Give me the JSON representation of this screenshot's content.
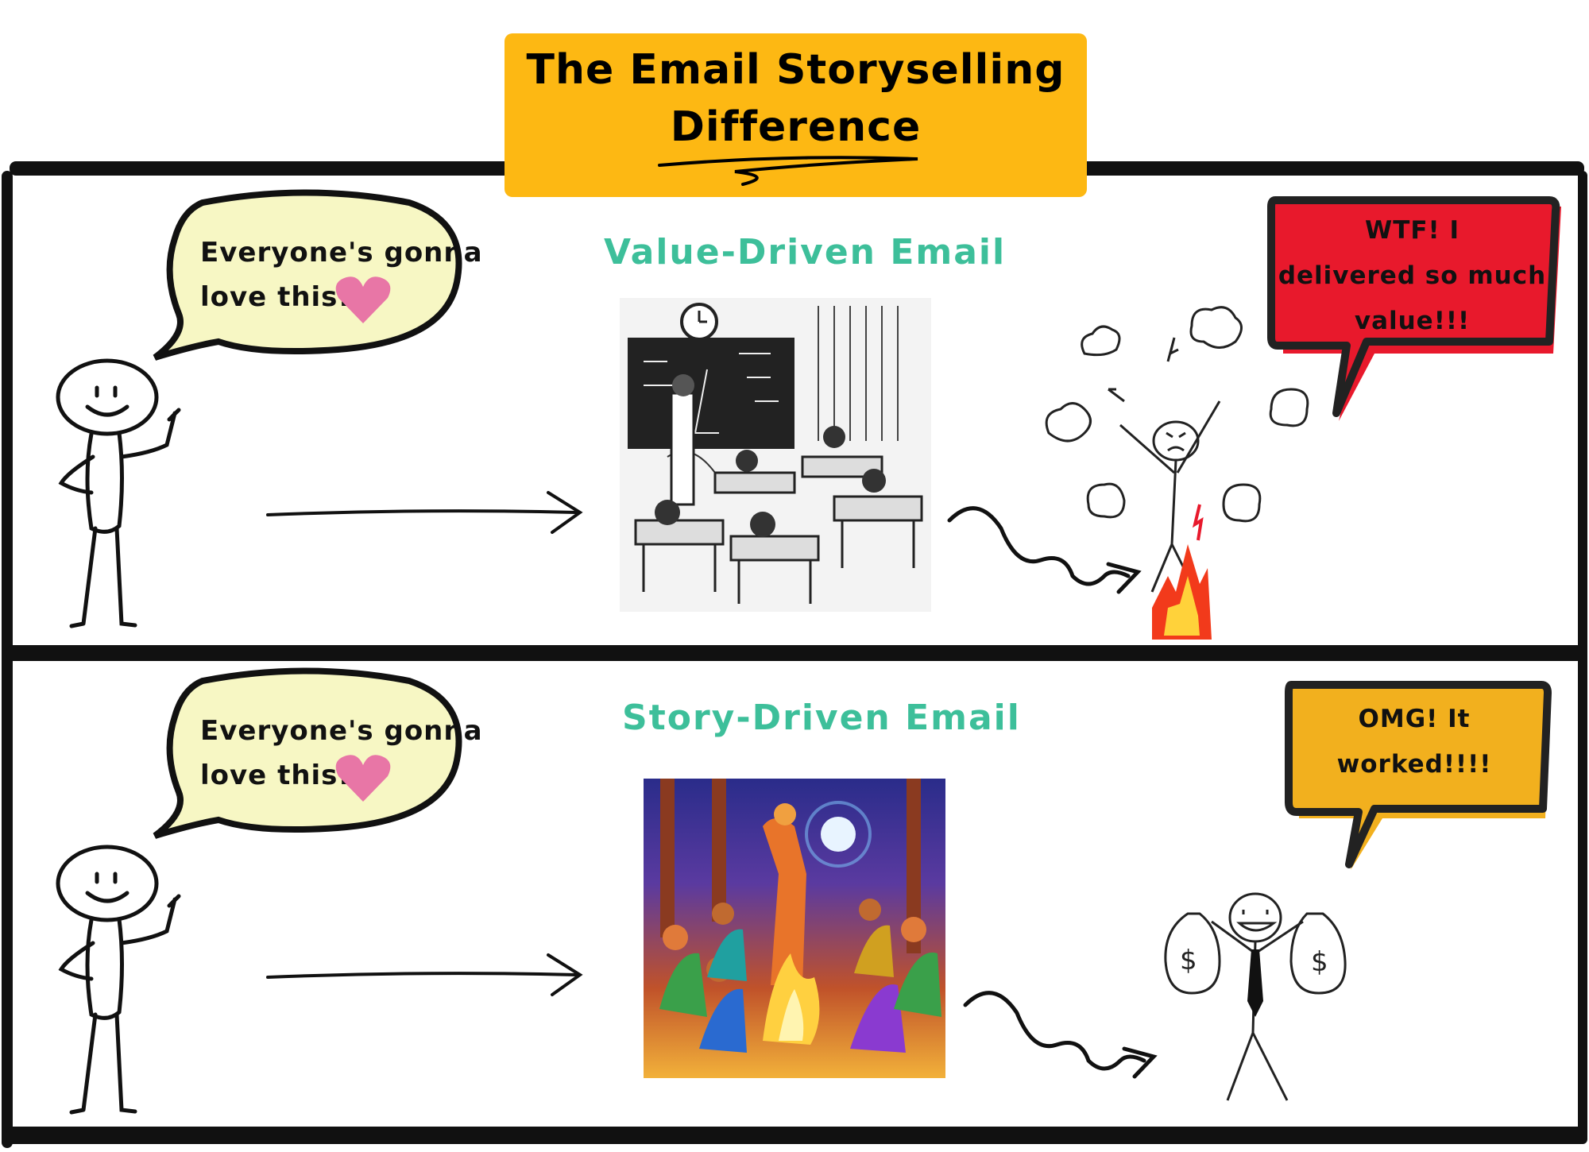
{
  "title": {
    "line1": "The Email Storyselling",
    "line2": "Difference"
  },
  "colors": {
    "title_bg": "#FDB813",
    "label_green": "#3DBF9A",
    "bubble_yellow": "#F7F7C4",
    "angry_red": "#E8192C",
    "happy_orange": "#F2B01E",
    "heart_pink": "#E876A6"
  },
  "rows": [
    {
      "thought": {
        "line1": "Everyone's gonna",
        "line2": "love this!",
        "icon": "heart-icon"
      },
      "label": "Value-Driven Email",
      "image": "classroom-sleeping-students",
      "reaction": {
        "line1": "WTF! I",
        "line2": "delivered so much",
        "line3": "value!!!",
        "icon": "angry-stick-figure-on-fire"
      }
    },
    {
      "thought": {
        "line1": "Everyone's gonna",
        "line2": "love this!",
        "icon": "heart-icon"
      },
      "label": "Story-Driven Email",
      "image": "campfire-storytelling",
      "reaction": {
        "line1": "OMG! It",
        "line2": "worked!!!!",
        "icon": "happy-stick-figure-money-bags"
      }
    }
  ]
}
